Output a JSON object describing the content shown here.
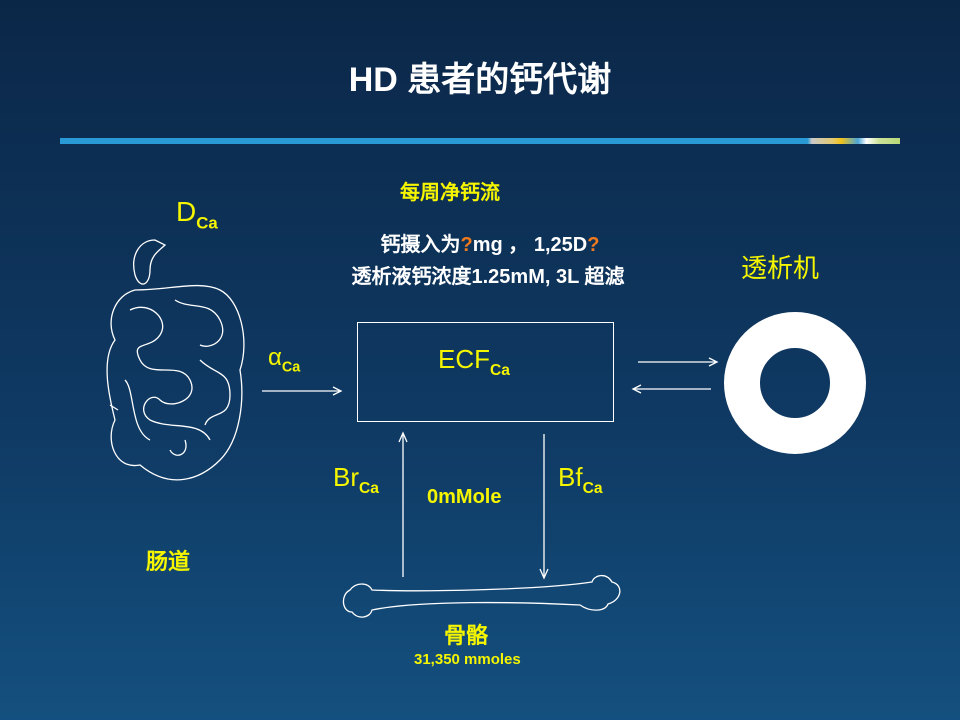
{
  "title": "HD 患者的钙代谢",
  "flow_heading": "每周净钙流",
  "intake_line": {
    "prefix": "钙摄入为",
    "q1": "?",
    "mid": "mg ， 1,25D",
    "q2": "?"
  },
  "dialysate_line": "透析液钙浓度1.25mM, 3L 超滤",
  "dialyzer_label": "透析机",
  "dca": {
    "main": "D",
    "sub": "Ca"
  },
  "alpha": {
    "main": "α",
    "sub": "Ca"
  },
  "ecf": {
    "main": "ECF",
    "sub": "Ca"
  },
  "br": {
    "main": "Br",
    "sub": "Ca"
  },
  "bf": {
    "main": "Bf",
    "sub": "Ca"
  },
  "net_bone": "0mMole",
  "gut_label": "肠道",
  "bone_label": "骨骼",
  "bone_amount": "31,350 mmoles",
  "colors": {
    "yellow": "#f5f500",
    "orange": "#f07a1c",
    "background": "#0f3a64"
  }
}
